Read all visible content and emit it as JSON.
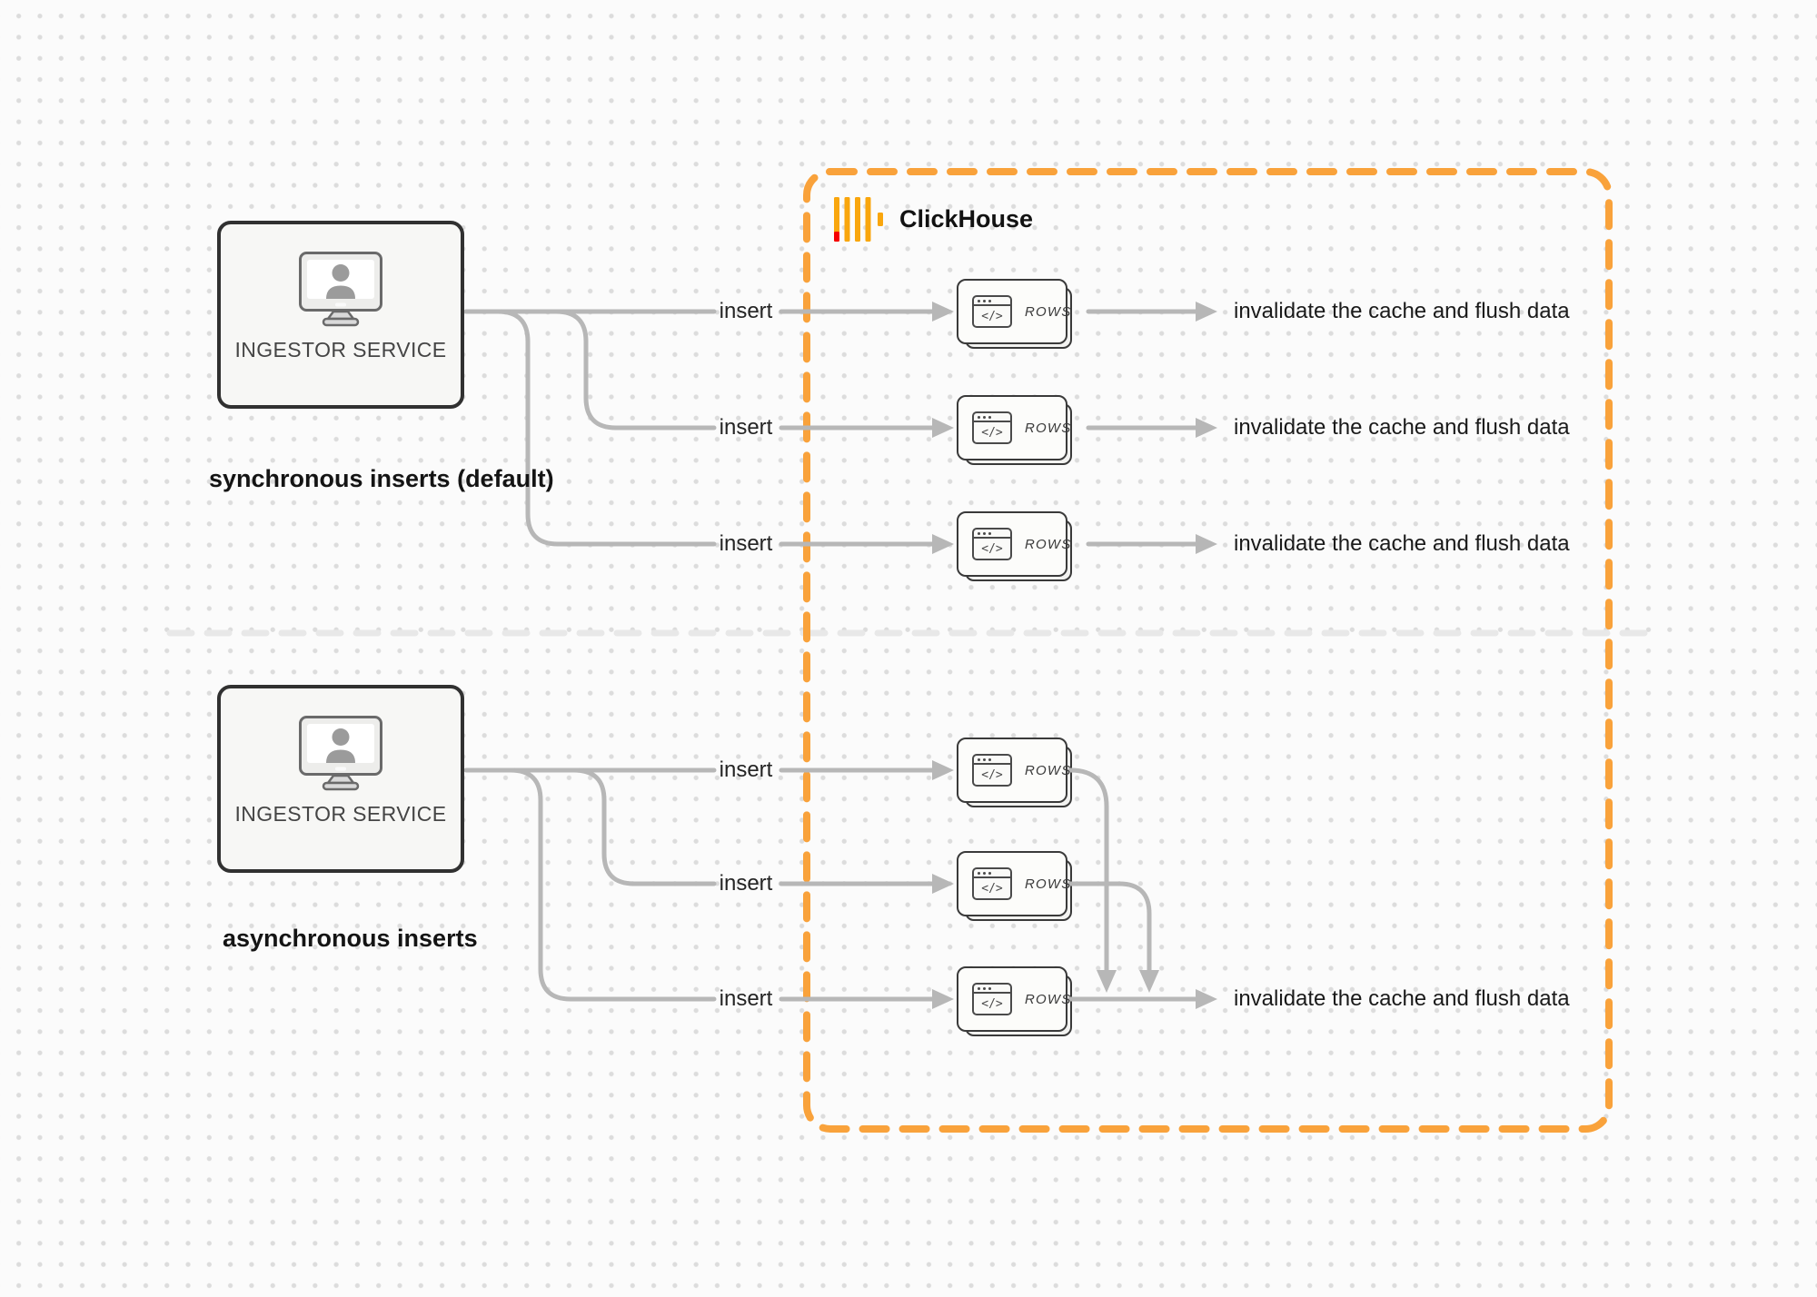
{
  "clickhouse": {
    "label": "ClickHouse"
  },
  "sync": {
    "service_label": "INGESTOR SERVICE",
    "caption": "synchronous inserts (default)",
    "rows": [
      {
        "insert": "insert",
        "card": "ROWS",
        "code": "</>",
        "output": "invalidate the cache and flush data"
      },
      {
        "insert": "insert",
        "card": "ROWS",
        "code": "</>",
        "output": "invalidate the cache and flush data"
      },
      {
        "insert": "insert",
        "card": "ROWS",
        "code": "</>",
        "output": "invalidate the cache and flush data"
      }
    ]
  },
  "async": {
    "service_label": "INGESTOR SERVICE",
    "caption": "asynchronous inserts",
    "rows": [
      {
        "insert": "insert",
        "card": "ROWS",
        "code": "</>"
      },
      {
        "insert": "insert",
        "card": "ROWS",
        "code": "</>"
      },
      {
        "insert": "insert",
        "card": "ROWS",
        "code": "</>"
      }
    ],
    "output": "invalidate the cache and flush data"
  },
  "colors": {
    "accent_orange": "#F9A23B",
    "logo_yellow": "#F9A60D",
    "logo_red": "#F50000",
    "connector_gray": "#B7B7B7",
    "divider_gray": "#E8E8E8",
    "node_border": "#313131",
    "background": "#FBFBFB"
  }
}
